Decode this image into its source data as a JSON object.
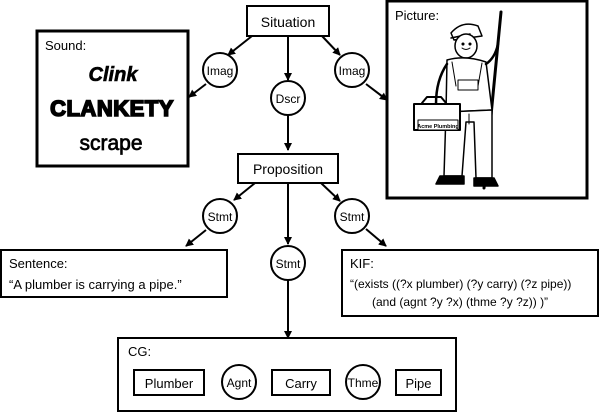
{
  "nodes": {
    "situation": "Situation",
    "proposition": "Proposition",
    "sentence_box": {
      "label": "Sentence:",
      "text": "“A plumber is carrying a pipe.”"
    },
    "kif_box": {
      "label": "KIF:",
      "line1": "“(exists ((?x plumber) (?y carry) (?z pipe))",
      "line2": "(and (agnt ?y ?x) (thme ?y ?z)) )”"
    },
    "sound_box": {
      "label": "Sound:",
      "word1": "Clink",
      "word2": "CLANKETY",
      "word3": "scrape"
    },
    "picture_box": {
      "label": "Picture:",
      "toolbox_text": "Acme Plumbing"
    },
    "cg_box": {
      "label": "CG:",
      "concepts": [
        "Plumber",
        "Carry",
        "Pipe"
      ],
      "relations": [
        "Agnt",
        "Thme"
      ]
    }
  },
  "relations": {
    "imag_left": "Imag",
    "imag_right": "Imag",
    "dscr": "Dscr",
    "stmt_left": "Stmt",
    "stmt_center": "Stmt",
    "stmt_right": "Stmt"
  }
}
